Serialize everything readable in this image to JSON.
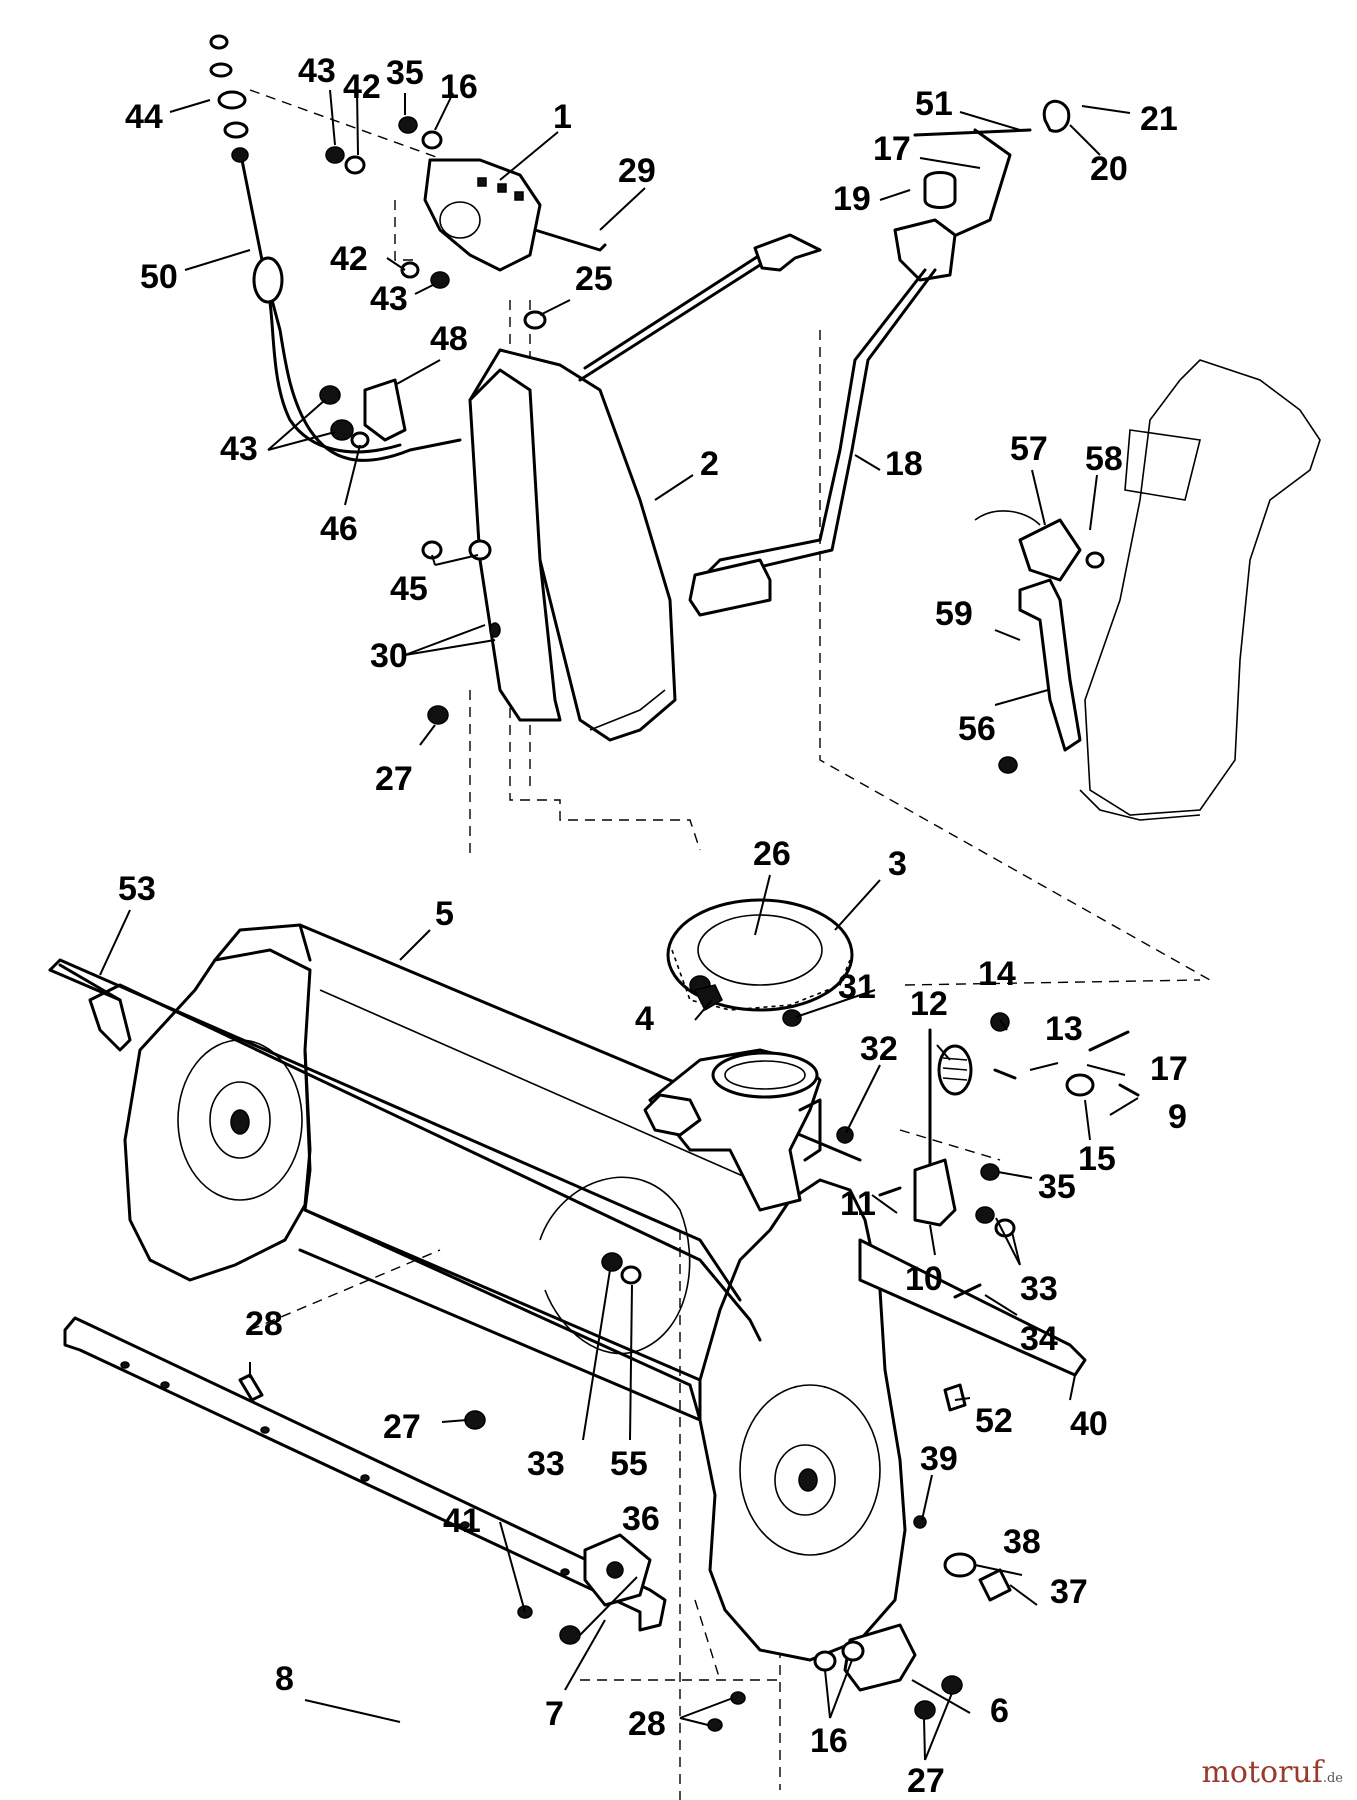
{
  "watermark": {
    "text": "motoruf",
    "suffix": ".de"
  },
  "callouts": [
    {
      "id": "44a",
      "label": "44"
    },
    {
      "id": "43a",
      "label": "43"
    },
    {
      "id": "42a",
      "label": "42"
    },
    {
      "id": "35a",
      "label": "35"
    },
    {
      "id": "16a",
      "label": "16"
    },
    {
      "id": "1",
      "label": "1"
    },
    {
      "id": "29",
      "label": "29"
    },
    {
      "id": "50",
      "label": "50"
    },
    {
      "id": "42b",
      "label": "42"
    },
    {
      "id": "43b",
      "label": "43"
    },
    {
      "id": "25",
      "label": "25"
    },
    {
      "id": "48",
      "label": "48"
    },
    {
      "id": "43c",
      "label": "43"
    },
    {
      "id": "46",
      "label": "46"
    },
    {
      "id": "45",
      "label": "45"
    },
    {
      "id": "2",
      "label": "2"
    },
    {
      "id": "30",
      "label": "30"
    },
    {
      "id": "27a",
      "label": "27"
    },
    {
      "id": "51",
      "label": "51"
    },
    {
      "id": "17a",
      "label": "17"
    },
    {
      "id": "21",
      "label": "21"
    },
    {
      "id": "20",
      "label": "20"
    },
    {
      "id": "19",
      "label": "19"
    },
    {
      "id": "18",
      "label": "18"
    },
    {
      "id": "57",
      "label": "57"
    },
    {
      "id": "58",
      "label": "58"
    },
    {
      "id": "59",
      "label": "59"
    },
    {
      "id": "56",
      "label": "56"
    },
    {
      "id": "53",
      "label": "53"
    },
    {
      "id": "5",
      "label": "5"
    },
    {
      "id": "26",
      "label": "26"
    },
    {
      "id": "3",
      "label": "3"
    },
    {
      "id": "4",
      "label": "4"
    },
    {
      "id": "31",
      "label": "31"
    },
    {
      "id": "14",
      "label": "14"
    },
    {
      "id": "12",
      "label": "12"
    },
    {
      "id": "13",
      "label": "13"
    },
    {
      "id": "32",
      "label": "32"
    },
    {
      "id": "17b",
      "label": "17"
    },
    {
      "id": "9",
      "label": "9"
    },
    {
      "id": "15",
      "label": "15"
    },
    {
      "id": "35b",
      "label": "35"
    },
    {
      "id": "11",
      "label": "11"
    },
    {
      "id": "10",
      "label": "10"
    },
    {
      "id": "33a",
      "label": "33"
    },
    {
      "id": "34",
      "label": "34"
    },
    {
      "id": "28a",
      "label": "28"
    },
    {
      "id": "27b",
      "label": "27"
    },
    {
      "id": "33b",
      "label": "33"
    },
    {
      "id": "55",
      "label": "55"
    },
    {
      "id": "52",
      "label": "52"
    },
    {
      "id": "40",
      "label": "40"
    },
    {
      "id": "39",
      "label": "39"
    },
    {
      "id": "41",
      "label": "41"
    },
    {
      "id": "36",
      "label": "36"
    },
    {
      "id": "38",
      "label": "38"
    },
    {
      "id": "37",
      "label": "37"
    },
    {
      "id": "8",
      "label": "8"
    },
    {
      "id": "6",
      "label": "6"
    },
    {
      "id": "7",
      "label": "7"
    },
    {
      "id": "16b",
      "label": "16"
    },
    {
      "id": "28b",
      "label": "28"
    },
    {
      "id": "27c",
      "label": "27"
    }
  ]
}
